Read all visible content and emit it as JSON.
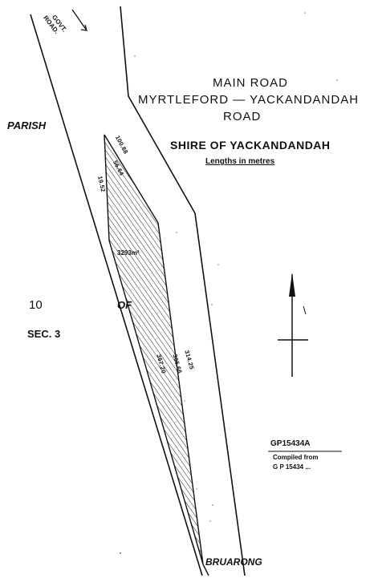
{
  "title": {
    "line1": "MAIN ROAD",
    "line2": "MYRTLEFORD — YACKANDANDAH",
    "line3": "ROAD",
    "shire": "SHIRE OF YACKANDANDAH",
    "units": "Lengths in metres"
  },
  "labels": {
    "parish": "PARISH",
    "bruarong": "BRUARONG",
    "allotment": "10",
    "of": "OF",
    "section": "SEC. 3",
    "govt_road_line1": "GOVT.",
    "govt_road_line2": "ROAD.",
    "area": "3293m²"
  },
  "dimensions": {
    "top_edge": "100.88",
    "left_upper_a": "56.64",
    "left_upper_b": "19.52",
    "right_lower_a": "314.25",
    "right_lower_b": "306.66",
    "left_lower": "367.20"
  },
  "plan_reference": {
    "plan_number": "GP15434A",
    "compiled_line1": "Compiled from",
    "compiled_line2": "G P 15434 ..."
  },
  "colors": {
    "ink": "#111111",
    "paper": "#ffffff",
    "hatch": "#222222"
  },
  "icons": {
    "north_arrow": "north-arrow-icon",
    "govt_road_arrow": "arrow-icon"
  }
}
